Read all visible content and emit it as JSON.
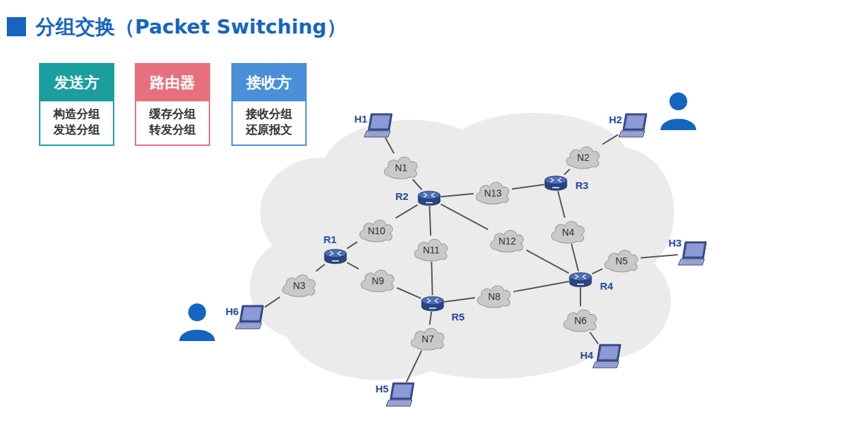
{
  "diagram": {
    "title": "分组交换（Packet Switching）",
    "nodes": [
      {
        "text": [
          "发送方",
          "构造分组 发送分组"
        ]
      },
      {
        "text": [
          "路由器",
          "缓存分组 转发分组"
        ]
      },
      {
        "text": [
          "接收方",
          "接收分组 还原报文"
        ]
      },
      {
        "text": [
          "H1"
        ]
      },
      {
        "text": [
          "H2"
        ]
      },
      {
        "text": [
          "N2"
        ]
      },
      {
        "text": [
          "N1"
        ]
      },
      {
        "text": [
          "R2"
        ]
      },
      {
        "text": [
          "N13"
        ]
      },
      {
        "text": [
          "R3"
        ]
      },
      {
        "text": [
          "N10"
        ]
      },
      {
        "text": [
          "N4"
        ]
      },
      {
        "text": [
          "R1"
        ]
      },
      {
        "text": [
          "N11"
        ]
      },
      {
        "text": [
          "N12"
        ]
      },
      {
        "text": [
          "N5"
        ]
      },
      {
        "text": [
          "H3"
        ]
      },
      {
        "text": [
          "N9"
        ]
      },
      {
        "text": [
          "N3"
        ]
      },
      {
        "text": [
          "R4"
        ]
      },
      {
        "text": [
          "N8"
        ]
      },
      {
        "text": [
          "R5"
        ]
      },
      {
        "text": [
          "H6"
        ]
      },
      {
        "text": [
          "N6"
        ]
      },
      {
        "text": [
          "N7"
        ]
      },
      {
        "text": [
          "H4"
        ]
      },
      {
        "text": [
          "H5"
        ]
      }
    ],
    "edges": [
      {
        "from": 3,
        "to": 6,
        "arrow": "none"
      },
      {
        "from": 6,
        "to": 7,
        "arrow": "none"
      },
      {
        "from": 7,
        "to": 8,
        "arrow": "none"
      },
      {
        "from": 8,
        "to": 9,
        "arrow": "none"
      },
      {
        "from": 9,
        "to": 5,
        "arrow": "none"
      },
      {
        "from": 5,
        "to": 4,
        "arrow": "none"
      },
      {
        "from": 7,
        "to": 10,
        "arrow": "none"
      },
      {
        "from": 10,
        "to": 12,
        "arrow": "none"
      },
      {
        "from": 7,
        "to": 13,
        "arrow": "none"
      },
      {
        "from": 13,
        "to": 21,
        "arrow": "none"
      },
      {
        "from": 7,
        "to": 14,
        "arrow": "none"
      },
      {
        "from": 14,
        "to": 19,
        "arrow": "none"
      },
      {
        "from": 9,
        "to": 11,
        "arrow": "none"
      },
      {
        "from": 11,
        "to": 19,
        "arrow": "none"
      },
      {
        "from": 19,
        "to": 15,
        "arrow": "none"
      },
      {
        "from": 15,
        "to": 16,
        "arrow": "none"
      },
      {
        "from": 12,
        "to": 17,
        "arrow": "none"
      },
      {
        "from": 17,
        "to": 21,
        "arrow": "none"
      },
      {
        "from": 12,
        "to": 18,
        "arrow": "none"
      },
      {
        "from": 18,
        "to": 22,
        "arrow": "none"
      },
      {
        "from": 21,
        "to": 20,
        "arrow": "none"
      },
      {
        "from": 20,
        "to": 19,
        "arrow": "none"
      },
      {
        "from": 19,
        "to": 23,
        "arrow": "none"
      },
      {
        "from": 23,
        "to": 25,
        "arrow": "none"
      },
      {
        "from": 21,
        "to": 24,
        "arrow": "none"
      },
      {
        "from": 24,
        "to": 26,
        "arrow": "none"
      }
    ]
  }
}
